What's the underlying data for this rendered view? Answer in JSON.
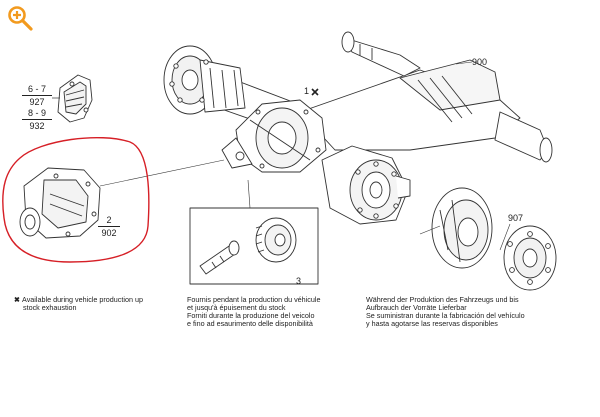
{
  "colors": {
    "zoom": "#f29a1e",
    "highlight": "#d61f26",
    "ink": "#333333"
  },
  "icons": {
    "zoom": "zoom-in-icon",
    "availability_marker": "x-mark-icon"
  },
  "callouts": {
    "group_upper_left": [
      "6 - 7",
      "927",
      "8 - 9",
      "932"
    ],
    "group_differential": [
      "2",
      "902"
    ],
    "marker_1": "1",
    "ref_900": "900",
    "ref_907": "907",
    "ref_3": "3"
  },
  "notes": {
    "en": [
      "Available during vehicle production up",
      "stock exhaustion"
    ],
    "fr": [
      "Fournis pendant la production du véhicule",
      "et jusqu'à épuisement du stock",
      "Forniti durante la produzione del veicolo",
      "e fino ad esaurimento delle disponibilità"
    ],
    "de": [
      "Während der Produktion des Fahrzeugs und bis",
      "Aufbrauch der Vorräte Lieferbar",
      "Se suministran durante la fabricación del vehículo",
      "y hasta agotarse las reservas disponibles"
    ]
  }
}
